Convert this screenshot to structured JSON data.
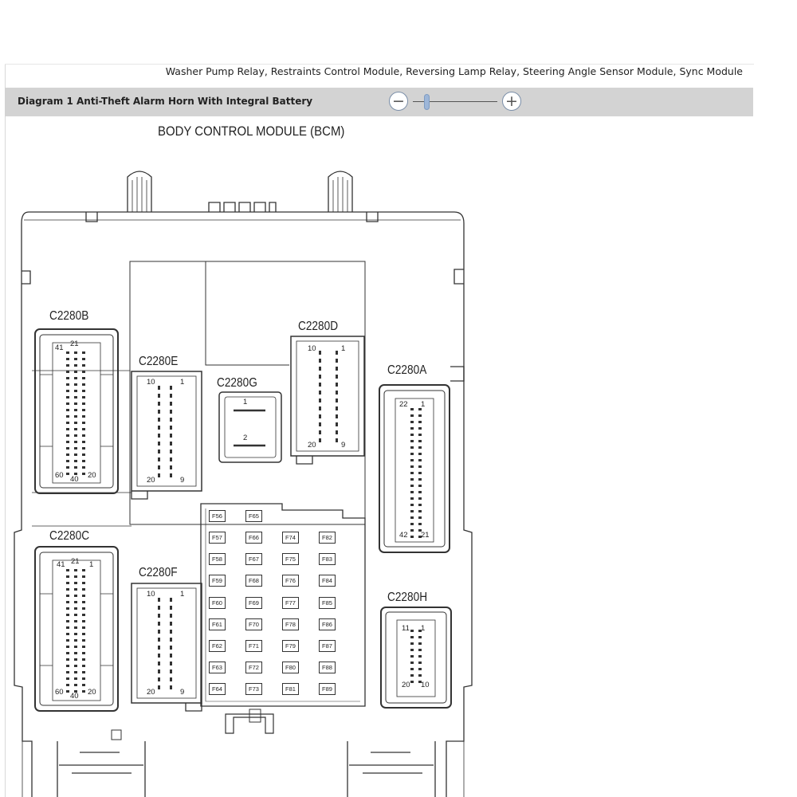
{
  "related_components": "Washer Pump Relay, Restraints Control Module, Reversing Lamp Relay, Steering Angle Sensor Module, Sync Module",
  "toolbar": {
    "diagram_title": "Diagram 1 Anti-Theft Alarm Horn With Integral Battery",
    "zoom_out_icon": "minus-circle-icon",
    "zoom_in_icon": "plus-circle-icon",
    "zoom_out_symbol": "−",
    "zoom_in_symbol": "+"
  },
  "diagram": {
    "title": "BODY CONTROL MODULE (BCM)",
    "connectors": {
      "b": {
        "label": "C2280B",
        "pins": {
          "p41": "41",
          "p21": "21",
          "p60": "60",
          "p40": "40",
          "p20": "20"
        }
      },
      "c": {
        "label": "C2280C",
        "pins": {
          "p41": "41",
          "p21": "21",
          "p1": "1",
          "p60": "60",
          "p40": "40",
          "p20": "20"
        }
      },
      "e": {
        "label": "C2280E",
        "pins": {
          "p10": "10",
          "p1": "1",
          "p20": "20",
          "p9": "9"
        }
      },
      "f": {
        "label": "C2280F",
        "pins": {
          "p10": "10",
          "p1": "1",
          "p20": "20",
          "p9": "9"
        }
      },
      "g": {
        "label": "C2280G",
        "pins": {
          "p1": "1",
          "p2": "2"
        }
      },
      "d": {
        "label": "C2280D",
        "pins": {
          "p10": "10",
          "p1": "1",
          "p20": "20",
          "p9": "9"
        }
      },
      "a": {
        "label": "C2280A",
        "pins": {
          "p22": "22",
          "p1": "1",
          "p42": "42",
          "p21": "21"
        }
      },
      "h": {
        "label": "C2280H",
        "pins": {
          "p11": "11",
          "p1": "1",
          "p20": "20",
          "p10": "10"
        }
      }
    },
    "fuses": {
      "c1": [
        "F56",
        "F57",
        "F58",
        "F59",
        "F60",
        "F61",
        "F62",
        "F63",
        "F64"
      ],
      "c2": [
        "F65",
        "F66",
        "F67",
        "F68",
        "F69",
        "F70",
        "F71",
        "F72",
        "F73"
      ],
      "c3": [
        "F74",
        "F75",
        "F76",
        "F77",
        "F78",
        "F79",
        "F80",
        "F81"
      ],
      "c4": [
        "F82",
        "F83",
        "F84",
        "F85",
        "F86",
        "F87",
        "F88",
        "F89"
      ]
    }
  }
}
